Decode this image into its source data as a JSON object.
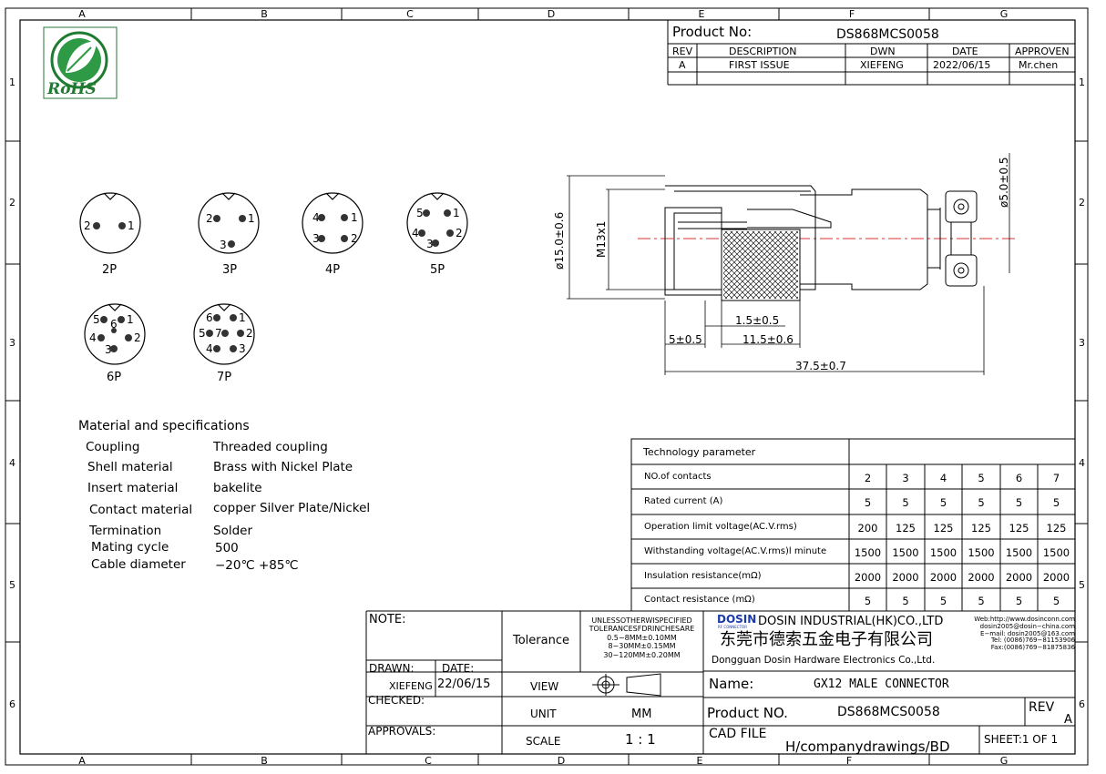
{
  "frame": {
    "columns": [
      "A",
      "B",
      "C",
      "D",
      "E",
      "F",
      "G"
    ],
    "rows": [
      "1",
      "2",
      "3",
      "4",
      "5",
      "6"
    ]
  },
  "logo": {
    "text": "RoHS"
  },
  "revision_block": {
    "product_no_label": "Product No:",
    "product_no_value": "DS868MCS0058",
    "headers": [
      "REV",
      "DESCRIPTION",
      "DWN",
      "DATE",
      "APPROVEN"
    ],
    "row": [
      "A",
      "FIRST ISSUE",
      "XIEFENG",
      "2022/06/15",
      "Mr.chen"
    ]
  },
  "pin_layouts": [
    {
      "label": "2P",
      "pins": [
        "2",
        "1"
      ]
    },
    {
      "label": "3P",
      "pins": [
        "2",
        "1",
        "3"
      ]
    },
    {
      "label": "4P",
      "pins": [
        "4",
        "1",
        "3",
        "2"
      ]
    },
    {
      "label": "5P",
      "pins": [
        "5",
        "1",
        "4",
        "2",
        "3"
      ]
    },
    {
      "label": "6P",
      "pins": [
        "5",
        "6",
        "1",
        "4",
        "2",
        "3"
      ]
    },
    {
      "label": "7P",
      "pins": [
        "6",
        "1",
        "5",
        "7",
        "2",
        "4",
        "3"
      ]
    }
  ],
  "dimensions": {
    "d_outer": "ø15.0±0.6",
    "thread": "M13x1",
    "d_cable": "ø5.0±0.5",
    "d1": "1.5±0.5",
    "d2": "5±0.5",
    "d3": "11.5±0.6",
    "total": "37.5±0.7"
  },
  "materials": {
    "title": "Material and specifications",
    "rows": [
      {
        "label": "Coupling",
        "value": "Threaded coupling"
      },
      {
        "label": "Shell material",
        "value": "Brass with Nickel Plate"
      },
      {
        "label": "Insert material",
        "value": "bakelite"
      },
      {
        "label": "Contact material",
        "value": "copper Silver Plate/Nickel"
      },
      {
        "label": "Termination",
        "value": "Solder"
      },
      {
        "label": "Mating cycle",
        "value": "500"
      },
      {
        "label": "Cable diameter",
        "value": "−20℃ +85℃"
      }
    ]
  },
  "tech_params": {
    "title": "Technology parameter",
    "rows": [
      {
        "label": "NO.of contacts",
        "values": [
          "2",
          "3",
          "4",
          "5",
          "6",
          "7"
        ]
      },
      {
        "label": "Rated current (A)",
        "values": [
          "5",
          "5",
          "5",
          "5",
          "5",
          "5"
        ]
      },
      {
        "label": "Operation limit voltage(AC.V.rms)",
        "values": [
          "200",
          "125",
          "125",
          "125",
          "125",
          "125"
        ]
      },
      {
        "label": "Withstanding voltage(AC.V.rms)l minute",
        "values": [
          "1500",
          "1500",
          "1500",
          "1500",
          "1500",
          "1500"
        ]
      },
      {
        "label": "Insulation resistance(mΩ)",
        "values": [
          "2000",
          "2000",
          "2000",
          "2000",
          "2000",
          "2000"
        ]
      },
      {
        "label": "Contact resistance (mΩ)",
        "values": [
          "5",
          "5",
          "5",
          "5",
          "5",
          "5"
        ]
      }
    ]
  },
  "title_block": {
    "note_label": "NOTE:",
    "tolerance_label": "Tolerance",
    "tolerance_spec": [
      "UNLESSOTHERWISPECIFIED",
      "TOLERANCESFDRINCHESARE",
      "0.5−8MM±0.10MM",
      "8−30MM±0.15MM",
      "30−120MM±0.20MM"
    ],
    "company_logo": "DOSIN",
    "company_logo_sub": "RF CONNECTOR",
    "company_en": "DOSIN INDUSTRIAL(HK)CO.,LTD",
    "company_cn": "东莞市德索五金电子有限公司",
    "company_en2": "Dongguan Dosin Hardware Electronics Co.,Ltd.",
    "contacts": [
      "Web:http://www.dosinconn.com",
      "dosin2005@dosin−china.com",
      "E−mail: dosin2005@163.com",
      "Tel: (0086)769−81153906",
      "Fax:(0086)769−81875836"
    ],
    "drawn_label": "DRAWN:",
    "date_label": "DATE:",
    "drawn_value": "XIEFENG",
    "date_value": "22/06/15",
    "checked_label": "CHECKED:",
    "approvals_label": "APPROVALS:",
    "view_label": "VIEW",
    "unit_label": "UNIT",
    "unit_value": "MM",
    "scale_label": "SCALE",
    "scale_value": "1 : 1",
    "name_label": "Name:",
    "name_value": "GX12 MALE CONNECTOR",
    "product_no_label": "Product NO.",
    "product_no_value": "DS868MCS0058",
    "rev_label": "REV",
    "rev_value": "A",
    "cad_label": "CAD FILE",
    "cad_value": "H/companydrawings/BD",
    "sheet": "SHEET:1 OF 1"
  }
}
